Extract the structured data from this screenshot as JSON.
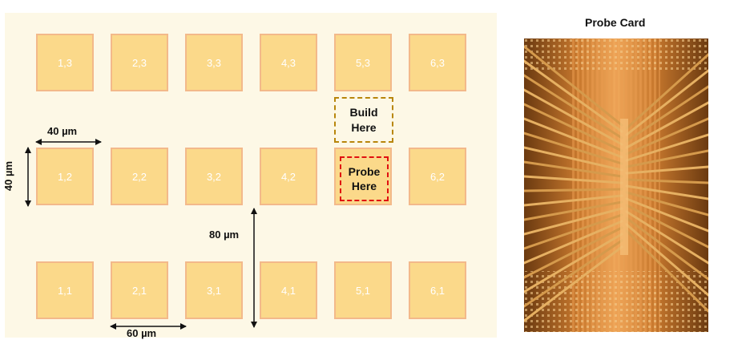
{
  "pads": [
    {
      "label": "1,3"
    },
    {
      "label": "2,3"
    },
    {
      "label": "3,3"
    },
    {
      "label": "4,3"
    },
    {
      "label": "5,3"
    },
    {
      "label": "6,3"
    },
    {
      "label": "1,2"
    },
    {
      "label": "2,2"
    },
    {
      "label": "3,2"
    },
    {
      "label": "4,2"
    },
    {
      "label": ""
    },
    {
      "label": "6,2"
    },
    {
      "label": "1,1"
    },
    {
      "label": "2,1"
    },
    {
      "label": "3,1"
    },
    {
      "label": "4,1"
    },
    {
      "label": "5,1"
    },
    {
      "label": "6,1"
    }
  ],
  "build_box": {
    "line1": "Build",
    "line2": "Here",
    "color": "#b8860b"
  },
  "probe_box": {
    "line1": "Probe",
    "line2": "Here",
    "color": "#e01010"
  },
  "dimensions": {
    "pad_width": "40 µm",
    "pad_height": "40 µm",
    "vertical_pitch": "80 µm",
    "horizontal_pitch": "60 µm"
  },
  "probe_card": {
    "title": "Probe Card"
  },
  "colors": {
    "pad_fill": "#fbd98a",
    "pad_border": "#f3b98a",
    "background": "#fdf8e6"
  }
}
